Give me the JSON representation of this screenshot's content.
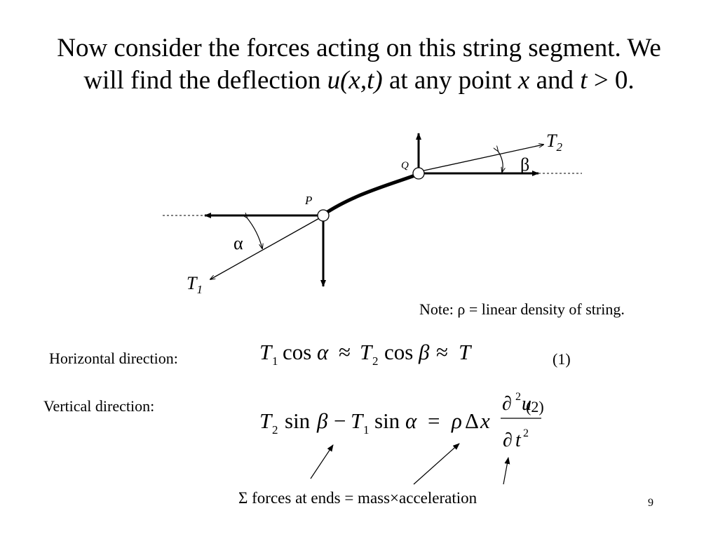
{
  "title": {
    "line1": "Now consider the forces acting on this string segment. We",
    "line2_pre": "will find the deflection ",
    "line2_u": "u(x,t)",
    "line2_mid": " at any point ",
    "line2_x": "x",
    "line2_and": " and ",
    "line2_t": "t",
    "line2_end": " > 0."
  },
  "diagram": {
    "label_T1": "T",
    "label_T1_sub": "1",
    "label_T2": "T",
    "label_T2_sub": "2",
    "label_P": "P",
    "label_Q": "Q",
    "label_alpha": "α",
    "label_beta": "β"
  },
  "note": "Note: ρ = linear density of string.",
  "horizontal": {
    "label": "Horizontal direction:",
    "number": "(1)"
  },
  "vertical": {
    "label": "Vertical direction:",
    "number": "(2)"
  },
  "caption": "Σ forces at ends = mass×acceleration",
  "page_number": "9",
  "colors": {
    "text": "#000000",
    "background": "#ffffff"
  }
}
